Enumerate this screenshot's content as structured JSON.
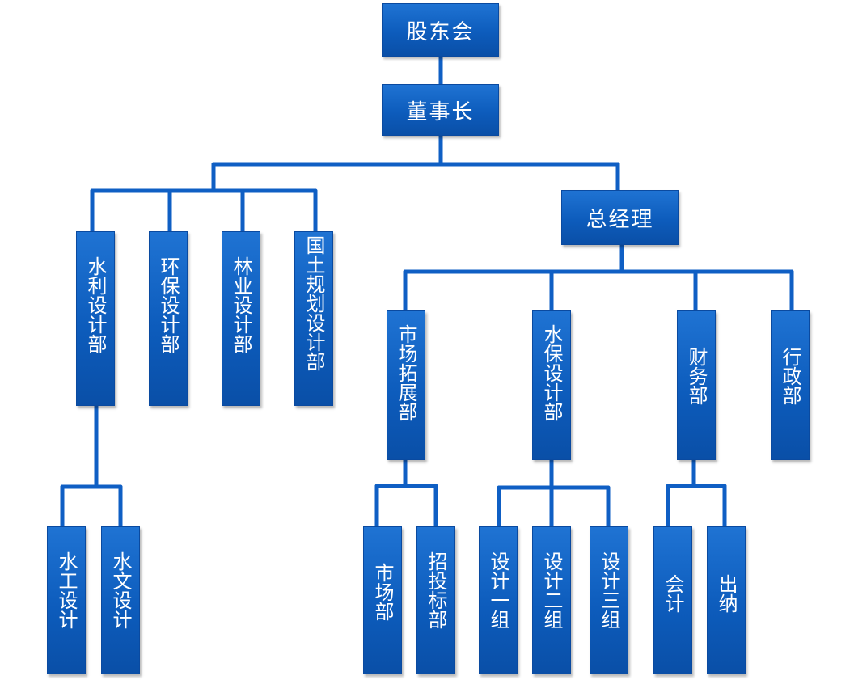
{
  "org": {
    "shareholders": "股东会",
    "chairman": "董事长",
    "general_manager": "总经理",
    "left_depts": [
      "水利设计部",
      "环保设计部",
      "林业设计部",
      "国土规划设计部"
    ],
    "left_subs": [
      "水工设计",
      "水文设计"
    ],
    "right_depts": [
      "市场拓展部",
      "水保设计部",
      "财务部",
      "行政部"
    ],
    "market_subs": [
      "市场部",
      "招投标部"
    ],
    "soil_subs": [
      "设计一组",
      "设计二组",
      "设计三组"
    ],
    "finance_subs": [
      "会计",
      "出纳"
    ]
  },
  "colors": {
    "node": "#0d5cbc",
    "line": "#0f5fc4",
    "text": "#ffffff"
  }
}
